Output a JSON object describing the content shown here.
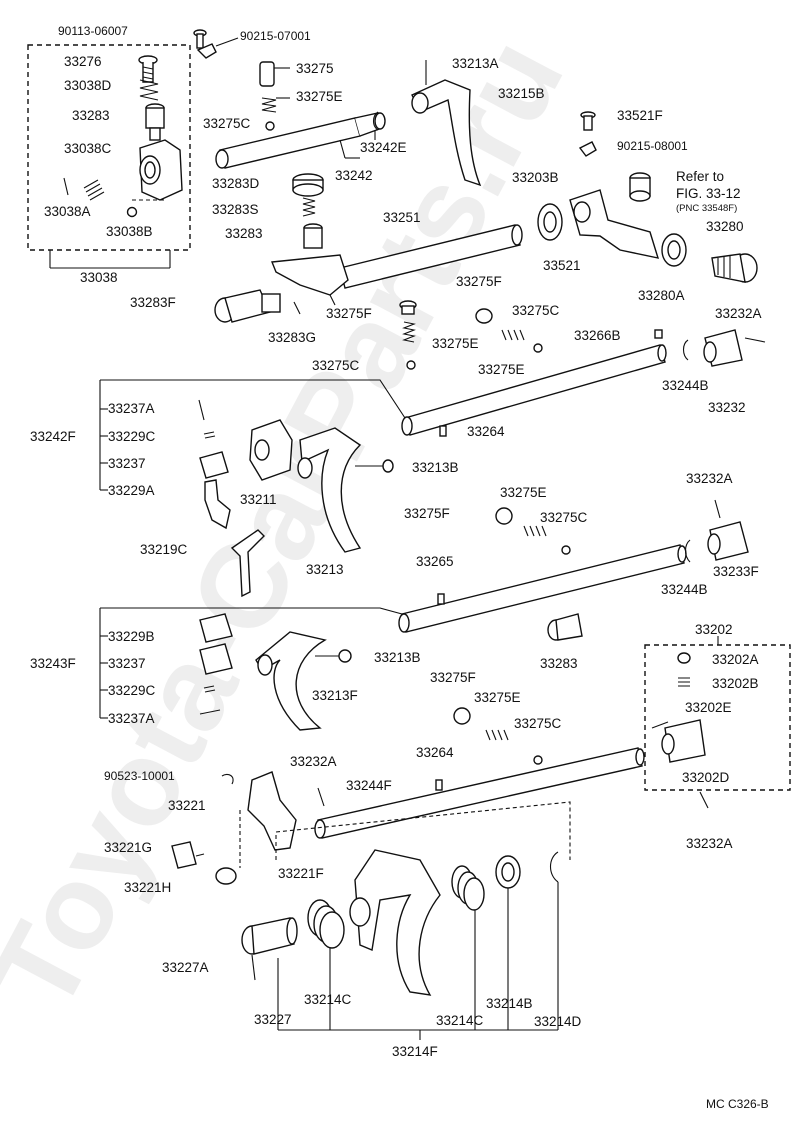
{
  "watermark": "Toyota-CarParts.ru",
  "figure_code": "MC C326-B",
  "refer_note": {
    "line1": "Refer to",
    "line2": "FIG. 33-12",
    "line3": "(PNC 33548F)"
  },
  "labels": {
    "p90113_06007": "90113-06007",
    "p90215_07001": "90215-07001",
    "p33276": "33276",
    "p33038D": "33038D",
    "p33283_a": "33283",
    "p33038C": "33038C",
    "p33038A": "33038A",
    "p33038B": "33038B",
    "p33038": "33038",
    "p33275_a": "33275",
    "p33275E_a": "33275E",
    "p33275C_a": "33275C",
    "p33242E": "33242E",
    "p33242": "33242",
    "p33213A": "33213A",
    "p33215B": "33215B",
    "p33521F": "33521F",
    "p90215_08001": "90215-08001",
    "p33203B": "33203B",
    "p33521": "33521",
    "p33280": "33280",
    "p33280A": "33280A",
    "p33283D": "33283D",
    "p33283S": "33283S",
    "p33251": "33251",
    "p33283_b": "33283",
    "p33283F": "33283F",
    "p33283G": "33283G",
    "p33275F_a": "33275F",
    "p33275F_b": "33275F",
    "p33275C_b": "33275C",
    "p33275E_b": "33275E",
    "p33275C_c": "33275C",
    "p33275E_c": "33275E",
    "p33266B": "33266B",
    "p33232A_a": "33232A",
    "p33232": "33232",
    "p33244B_a": "33244B",
    "p33264_a": "33264",
    "p33237A_a": "33237A",
    "p33242F": "33242F",
    "p33229C_a": "33229C",
    "p33237_a": "33237",
    "p33229A": "33229A",
    "p33211": "33211",
    "p33213B_a": "33213B",
    "p33219C": "33219C",
    "p33213": "33213",
    "p33275E_d": "33275E",
    "p33275F_c": "33275F",
    "p33275C_d": "33275C",
    "p33232A_b": "33232A",
    "p33233F": "33233F",
    "p33244B_b": "33244B",
    "p33265": "33265",
    "p33283_c": "33283",
    "p33202": "33202",
    "p33202A": "33202A",
    "p33202B": "33202B",
    "p33202E": "33202E",
    "p33202D": "33202D",
    "p33232A_d": "33232A",
    "p33229B": "33229B",
    "p33243F": "33243F",
    "p33237_b": "33237",
    "p33229C_b": "33229C",
    "p33237A_b": "33237A",
    "p33213B_b": "33213B",
    "p33213F": "33213F",
    "p33275F_d": "33275F",
    "p33275E_e": "33275E",
    "p33275C_e": "33275C",
    "p90523_10001": "90523-10001",
    "p33232A_c": "33232A",
    "p33264_b": "33264",
    "p33244F": "33244F",
    "p33221": "33221",
    "p33221G": "33221G",
    "p33221H": "33221H",
    "p33221F": "33221F",
    "p33227A": "33227A",
    "p33227": "33227",
    "p33214C_a": "33214C",
    "p33214C_b": "33214C",
    "p33214B": "33214B",
    "p33214D": "33214D",
    "p33214F": "33214F"
  }
}
